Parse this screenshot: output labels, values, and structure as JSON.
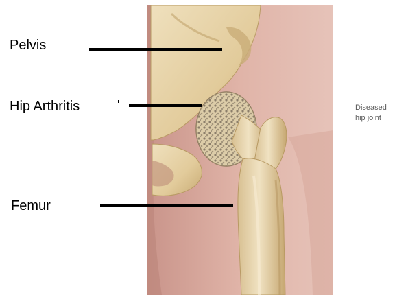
{
  "labels": {
    "pelvis": "Pelvis",
    "hip_arthritis": "Hip Arthritis",
    "femur": "Femur"
  },
  "image_annotation": {
    "line1": "Diseased",
    "line2": "hip joint"
  },
  "colors": {
    "label_text": "#000000",
    "leader_line": "#000000",
    "background": "#ffffff",
    "skin": "#d9a79a",
    "bone": "#e6d2a7",
    "annotation_text": "#5a5a5a"
  }
}
